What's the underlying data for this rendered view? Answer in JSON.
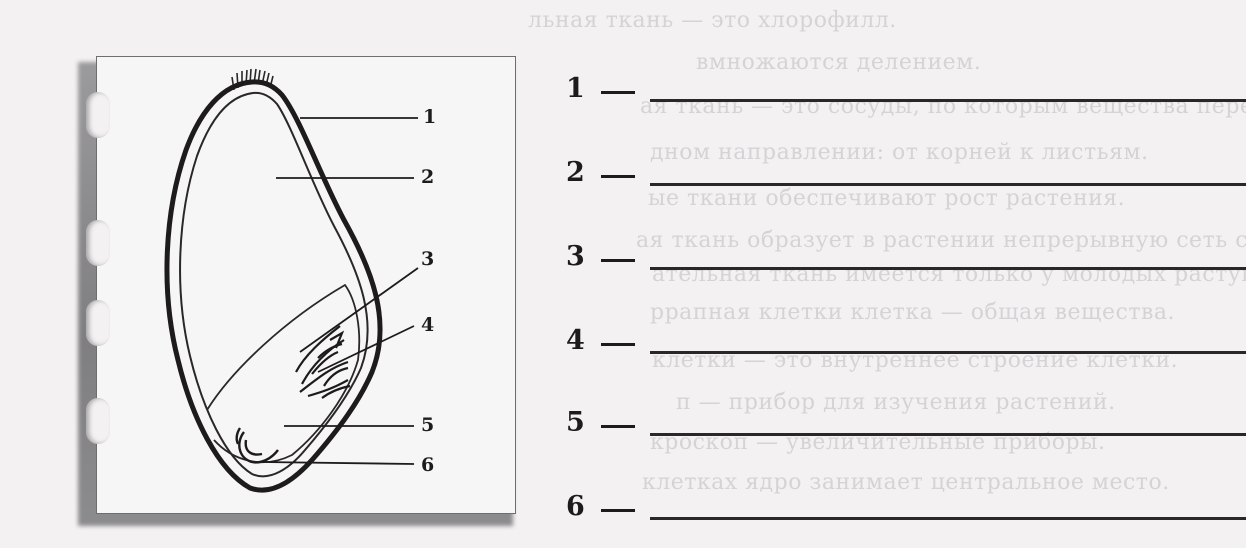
{
  "figure": {
    "labels": [
      "1",
      "2",
      "3",
      "4",
      "5",
      "6"
    ]
  },
  "answers": [
    {
      "number": "1",
      "dash": "—"
    },
    {
      "number": "2",
      "dash": "—"
    },
    {
      "number": "3",
      "dash": "—"
    },
    {
      "number": "4",
      "dash": "—"
    },
    {
      "number": "5",
      "dash": "—"
    },
    {
      "number": "6",
      "dash": "—"
    }
  ],
  "background_text": [
    "льная ткань — это хлорофилл.",
    "вмножаются делением.",
    "ая ткань — это сосуды, по которым вещества передвигаются",
    "дном направлении: от корней к листьям.",
    "ые ткани обеспечивают рост растения.",
    "ая ткань образует в растении непрерывную сеть сосудов.",
    "ательная ткань имеется только у молодых растущих растений.",
    "ррапная клетки клетка — общая вещества.",
    "клетки — это внутреннее строение клетки.",
    "п — прибор для изучения растений.",
    "кроскоп — увеличительные приборы.",
    "клетках ядро занимает центральное место."
  ]
}
